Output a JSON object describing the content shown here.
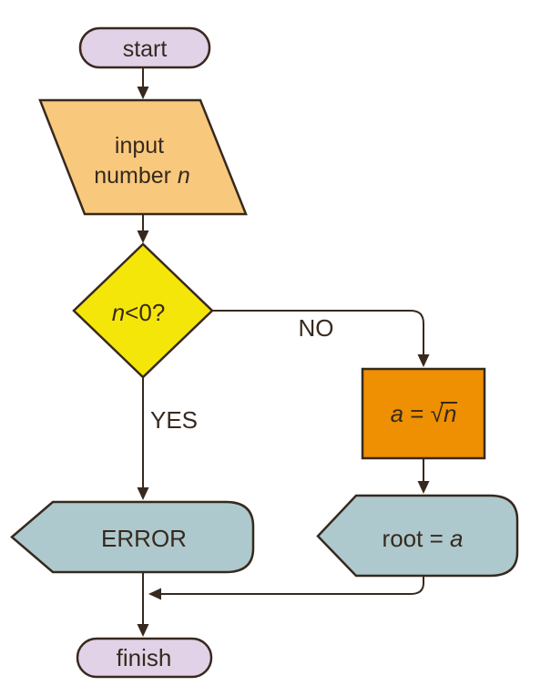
{
  "colors": {
    "terminal_fill": "#e1d2e7",
    "io_fill": "#f8c97d",
    "decision_fill": "#f5e60a",
    "process_fill": "#ee9002",
    "display_fill": "#adc9cd",
    "line": "#37291e"
  },
  "nodes": {
    "start": {
      "label": "start"
    },
    "input": {
      "line1": "input",
      "line2_prefix": "number ",
      "line2_var": "n"
    },
    "decision": {
      "var": "n",
      "condition": "<0?"
    },
    "process": {
      "var_a": "a",
      "equals": " = ",
      "radical": "√",
      "operand": "n"
    },
    "error": {
      "label": "ERROR"
    },
    "root": {
      "prefix": "root = ",
      "var": "a"
    },
    "finish": {
      "label": "finish"
    }
  },
  "edges": {
    "yes_label": "YES",
    "no_label": "NO"
  }
}
